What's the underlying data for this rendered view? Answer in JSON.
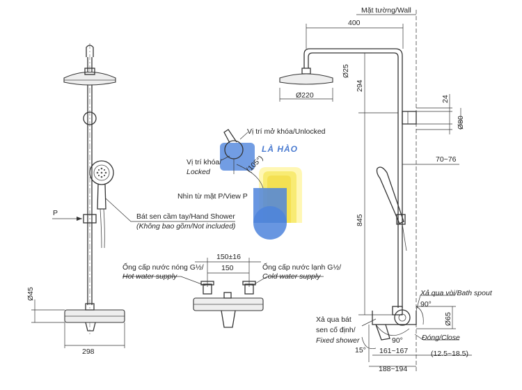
{
  "labels": {
    "wall": "Mặt tường/Wall",
    "unlocked": "Vị trí mở khóa/Unlocked",
    "locked_1": "Vị trí khóa/",
    "locked_2": "Locked",
    "view_p": "Nhìn từ mặt P/View P",
    "hand_shower_1": "Bát sen cầm tay/Hand Shower",
    "hand_shower_2": "(Không bao gồm/Not included)",
    "p_marker": "P",
    "hot_1": "Ống cấp nước nóng G½/",
    "hot_2": "Hot water supply",
    "cold_1": "Ống cấp nước lạnh G½/",
    "cold_2": "Cold water supply",
    "bath_spout": "Xả qua vòi/Bath spout",
    "fixed_1": "Xả qua bát",
    "fixed_2": "sen cố định/",
    "fixed_3": "Fixed shower",
    "close": "Đóng/Close",
    "logo": "LÀ HÀO"
  },
  "dimensions": {
    "d400": "400",
    "d25": "Ø25",
    "d294": "294",
    "d220": "Ø220",
    "d24": "24",
    "d80": "Ø80",
    "d70_76": "70~76",
    "d845": "845",
    "d65": "Ø65",
    "d90a": "90°",
    "d90b": "90°",
    "d15": "15°",
    "d161": "161~167",
    "d188": "188~194",
    "d12": "(12.5~18.5)",
    "d45": "Ø45",
    "d298": "298",
    "d150_16": "150±16",
    "d150": "150",
    "d105": "(105°)"
  },
  "colors": {
    "logo_blue": "#2f6fd6",
    "logo_yellow": "#f3e23a"
  }
}
